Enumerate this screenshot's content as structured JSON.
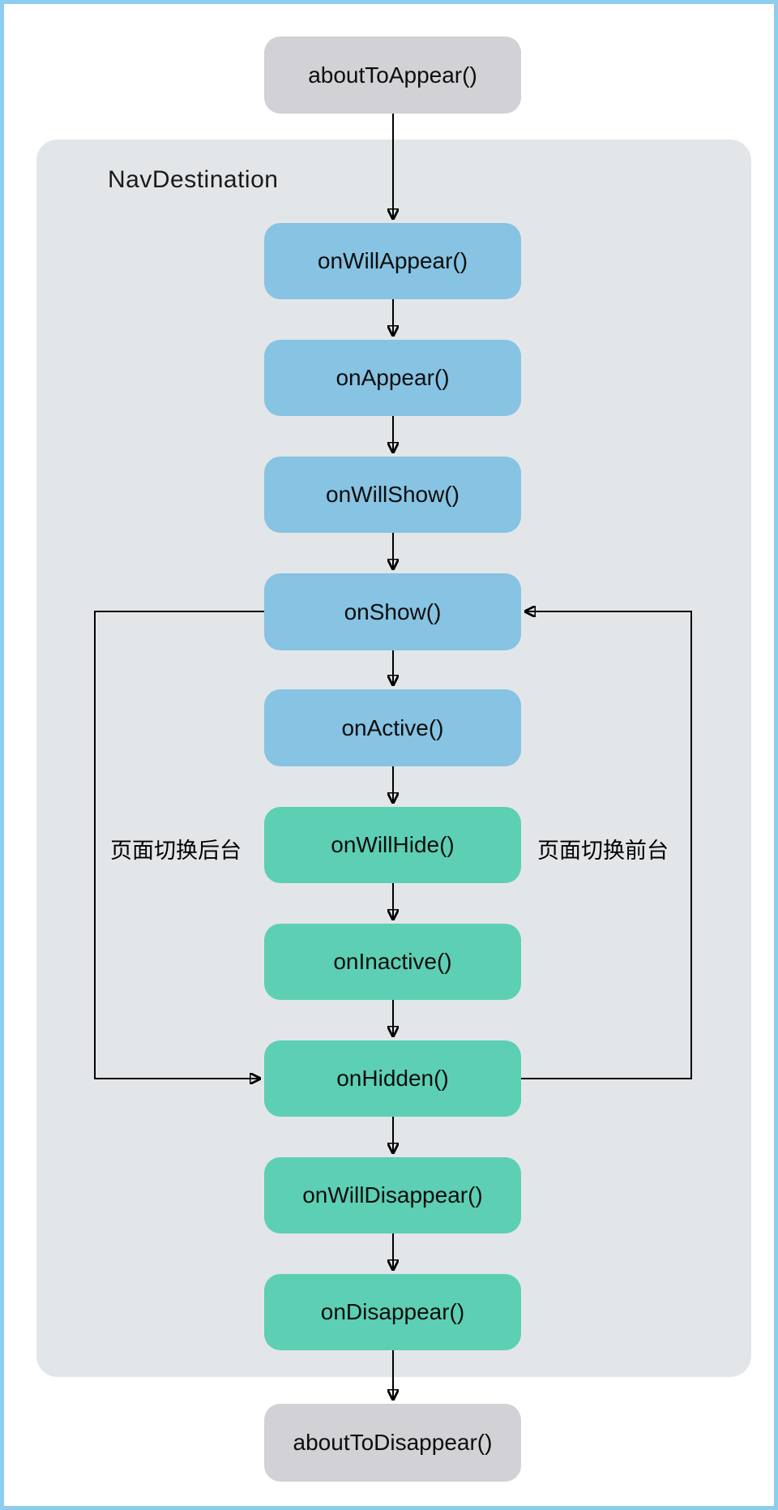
{
  "diagram": {
    "container_label": "NavDestination",
    "nodes": [
      {
        "id": "aboutToAppear",
        "label": "aboutToAppear()",
        "type": "gray"
      },
      {
        "id": "onWillAppear",
        "label": "onWillAppear()",
        "type": "blue"
      },
      {
        "id": "onAppear",
        "label": "onAppear()",
        "type": "blue"
      },
      {
        "id": "onWillShow",
        "label": "onWillShow()",
        "type": "blue"
      },
      {
        "id": "onShow",
        "label": "onShow()",
        "type": "blue"
      },
      {
        "id": "onActive",
        "label": "onActive()",
        "type": "blue"
      },
      {
        "id": "onWillHide",
        "label": "onWillHide()",
        "type": "green"
      },
      {
        "id": "onInactive",
        "label": "onInactive()",
        "type": "green"
      },
      {
        "id": "onHidden",
        "label": "onHidden()",
        "type": "green"
      },
      {
        "id": "onWillDisappear",
        "label": "onWillDisappear()",
        "type": "green"
      },
      {
        "id": "onDisappear",
        "label": "onDisappear()",
        "type": "green"
      },
      {
        "id": "aboutToDisappear",
        "label": "aboutToDisappear()",
        "type": "gray"
      }
    ],
    "loop_labels": {
      "left": "页面切换后台",
      "right": "页面切换前台"
    },
    "colors": {
      "frame_border": "#8DCDEE",
      "container_bg": "#E3E6E9",
      "node_blue": "#87C3E2",
      "node_green": "#5CCFB4",
      "node_gray": "#D1D1D6",
      "arrow": "#000000"
    }
  }
}
